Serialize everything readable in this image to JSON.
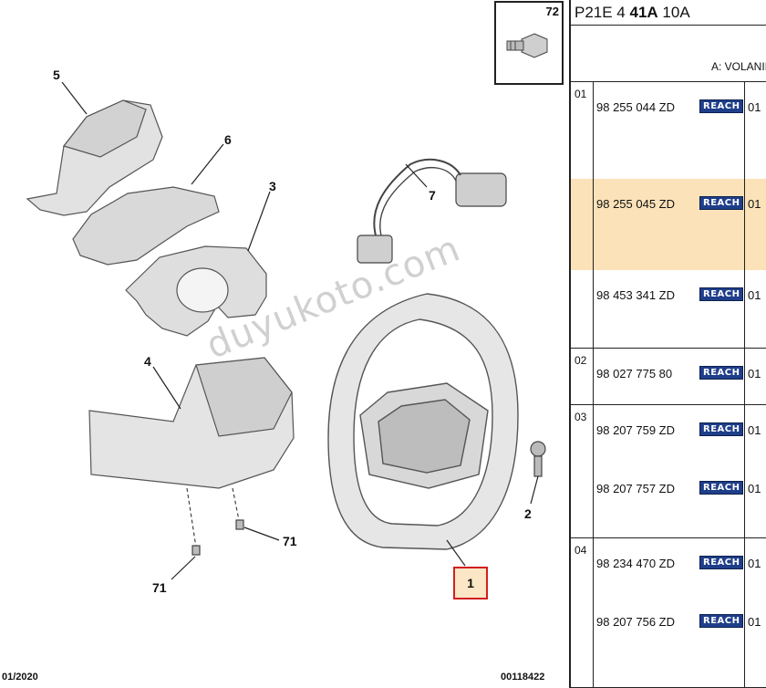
{
  "header": {
    "prefix": "P21E 4",
    "bold_code": "41A",
    "suffix": "10A",
    "subtitle": "A: VOLANII"
  },
  "thumbnail": {
    "label": "72"
  },
  "callouts": {
    "c1": "1",
    "c2": "2",
    "c3": "3",
    "c4": "4",
    "c5": "5",
    "c6": "6",
    "c7": "7",
    "c71a": "71",
    "c71b": "71"
  },
  "footer": {
    "date": "01/2020",
    "ref": "00118422"
  },
  "watermark": "duyukoto.com",
  "colors": {
    "highlight": "#fbe2b8",
    "reach_badge": "#1f3e8a",
    "selected_frame": "#d21f1f"
  },
  "groups": [
    {
      "code": "01",
      "rows": [
        {
          "part": "98 255 044 ZD",
          "badge": "REACH",
          "qty": "01",
          "highlight": false
        },
        {
          "part": "98 255 045 ZD",
          "badge": "REACH",
          "qty": "01",
          "highlight": true
        },
        {
          "part": "98 453 341 ZD",
          "badge": "REACH",
          "qty": "01",
          "highlight": false
        }
      ]
    },
    {
      "code": "02",
      "rows": [
        {
          "part": "98 027 775 80",
          "badge": "REACH",
          "qty": "01",
          "highlight": false
        }
      ]
    },
    {
      "code": "03",
      "rows": [
        {
          "part": "98 207 759 ZD",
          "badge": "REACH",
          "qty": "01",
          "highlight": false
        },
        {
          "part": "98 207 757 ZD",
          "badge": "REACH",
          "qty": "01",
          "highlight": false
        }
      ]
    },
    {
      "code": "04",
      "rows": [
        {
          "part": "98 234 470 ZD",
          "badge": "REACH",
          "qty": "01",
          "highlight": false
        },
        {
          "part": "98 207 756 ZD",
          "badge": "REACH",
          "qty": "01",
          "highlight": false
        }
      ]
    }
  ]
}
